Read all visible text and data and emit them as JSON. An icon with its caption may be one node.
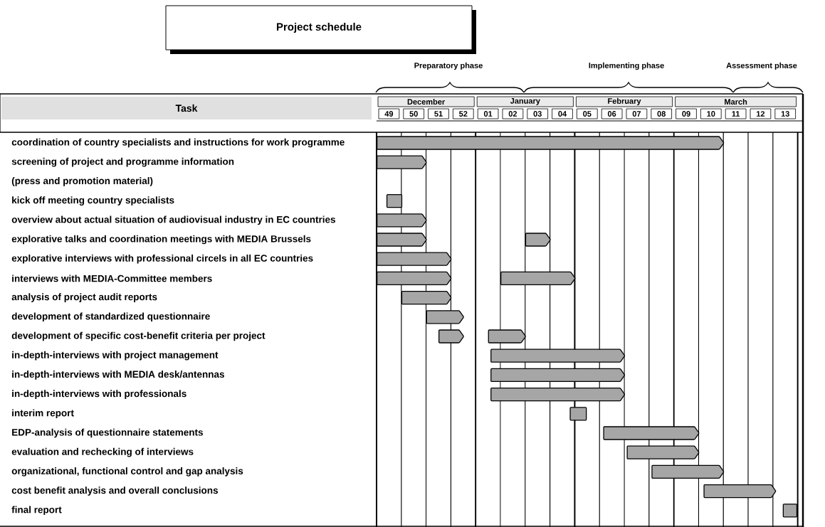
{
  "diagram": {
    "title": "Project schedule",
    "nodes": [
      {
        "text": [],
        "shape": "bar"
      },
      {
        "text": [],
        "shape": "bar"
      },
      {
        "text": [],
        "shape": "bar"
      },
      {
        "text": [],
        "shape": "bar"
      },
      {
        "text": [],
        "shape": "bar"
      },
      {
        "text": [],
        "shape": "bar"
      },
      {
        "text": [],
        "shape": "bar"
      },
      {
        "text": [],
        "shape": "bar"
      },
      {
        "text": [],
        "shape": "bar"
      },
      {
        "text": [],
        "shape": "bar"
      },
      {
        "text": [],
        "shape": "bar"
      },
      {
        "text": [],
        "shape": "bar"
      },
      {
        "text": [],
        "shape": "bar"
      },
      {
        "text": [],
        "shape": "bar"
      },
      {
        "text": [],
        "shape": "bar"
      },
      {
        "text": [],
        "shape": "bar"
      },
      {
        "text": [],
        "shape": "bar"
      },
      {
        "text": [],
        "shape": "bar"
      },
      {
        "text": [],
        "shape": "bar"
      },
      {
        "text": [],
        "shape": "bar"
      },
      {
        "text": [],
        "shape": "bar"
      },
      {
        "text": [],
        "shape": "bar"
      }
    ],
    "labels": [
      "Preparatory phase",
      "Implementing phase",
      "Assessment phase",
      "Task",
      "December",
      "January",
      "February",
      "March",
      "49",
      "50",
      "51",
      "52",
      "01",
      "02",
      "03",
      "04",
      "05",
      "06",
      "07",
      "08",
      "09",
      "10",
      "11",
      "12",
      "13",
      "coordination of country specialists and instructions for work programme",
      "screening of project and programme information",
      "(press and promotion material)",
      "kick off meeting country specialists",
      "overview about actual situation of audiovisual industry in EC countries",
      "explorative talks and coordination meetings with MEDIA Brussels",
      "explorative interviews with professional circels in all EC countries",
      "interviews with MEDIA-Committee members",
      "analysis of project audit reports",
      "development of standardized questionnaire",
      "development of specific cost-benefit criteria per project",
      "in-depth-interviews with project management",
      "in-depth-interviews with MEDIA desk/antennas",
      "in-depth-interviews with professionals",
      "interim report",
      "EDP-analysis of questionnaire statements",
      "evaluation and rechecking of interviews",
      "organizational, functional control and gap analysis",
      "cost benefit analysis and overall conclusions",
      "final report"
    ]
  }
}
